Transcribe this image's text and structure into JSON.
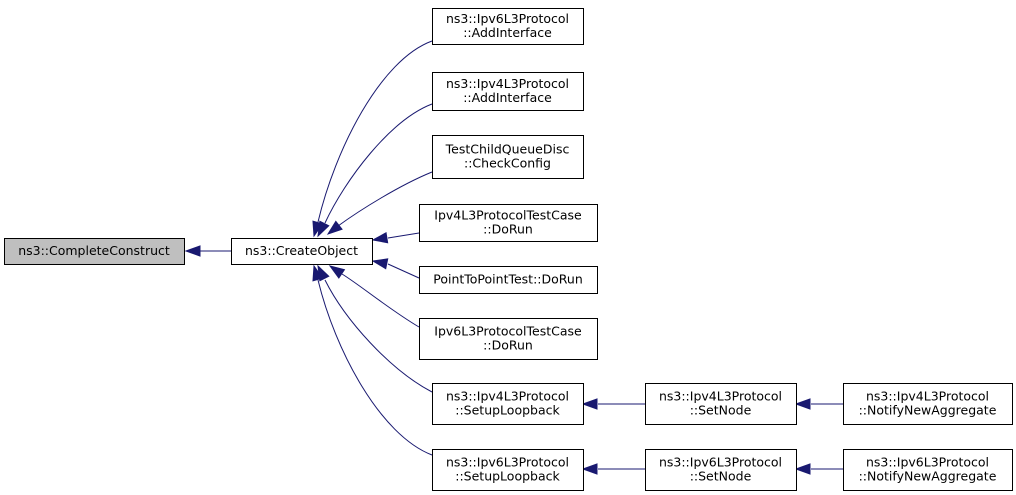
{
  "colors": {
    "edge": "#191970",
    "root_fill": "#bfbfbf",
    "node_fill": "#ffffff",
    "node_border": "#000000"
  },
  "nodes": [
    {
      "id": "complete_construct",
      "lines": [
        "ns3::CompleteConstruct"
      ],
      "root": true
    },
    {
      "id": "create_object",
      "lines": [
        "ns3::CreateObject"
      ]
    },
    {
      "id": "ipv6_addinterface",
      "lines": [
        "ns3::Ipv6L3Protocol",
        "::AddInterface"
      ]
    },
    {
      "id": "ipv4_addinterface",
      "lines": [
        "ns3::Ipv4L3Protocol",
        "::AddInterface"
      ]
    },
    {
      "id": "testchild_checkconfig",
      "lines": [
        "TestChildQueueDisc",
        "::CheckConfig"
      ]
    },
    {
      "id": "ipv4_testcase_dorun",
      "lines": [
        "Ipv4L3ProtocolTestCase",
        "::DoRun"
      ]
    },
    {
      "id": "p2p_dorun",
      "lines": [
        "PointToPointTest::DoRun"
      ]
    },
    {
      "id": "ipv6_testcase_dorun",
      "lines": [
        "Ipv6L3ProtocolTestCase",
        "::DoRun"
      ]
    },
    {
      "id": "ipv4_setuploopback",
      "lines": [
        "ns3::Ipv4L3Protocol",
        "::SetupLoopback"
      ]
    },
    {
      "id": "ipv6_setuploopback",
      "lines": [
        "ns3::Ipv6L3Protocol",
        "::SetupLoopback"
      ]
    },
    {
      "id": "ipv4_setnode",
      "lines": [
        "ns3::Ipv4L3Protocol",
        "::SetNode"
      ]
    },
    {
      "id": "ipv6_setnode",
      "lines": [
        "ns3::Ipv6L3Protocol",
        "::SetNode"
      ]
    },
    {
      "id": "ipv4_notify",
      "lines": [
        "ns3::Ipv4L3Protocol",
        "::NotifyNewAggregate"
      ]
    },
    {
      "id": "ipv6_notify",
      "lines": [
        "ns3::Ipv6L3Protocol",
        "::NotifyNewAggregate"
      ]
    }
  ],
  "edges": [
    {
      "from": "create_object",
      "to": "complete_construct"
    },
    {
      "from": "ipv6_addinterface",
      "to": "create_object"
    },
    {
      "from": "ipv4_addinterface",
      "to": "create_object"
    },
    {
      "from": "testchild_checkconfig",
      "to": "create_object"
    },
    {
      "from": "ipv4_testcase_dorun",
      "to": "create_object"
    },
    {
      "from": "p2p_dorun",
      "to": "create_object"
    },
    {
      "from": "ipv6_testcase_dorun",
      "to": "create_object"
    },
    {
      "from": "ipv4_setuploopback",
      "to": "create_object"
    },
    {
      "from": "ipv6_setuploopback",
      "to": "create_object"
    },
    {
      "from": "ipv4_setnode",
      "to": "ipv4_setuploopback"
    },
    {
      "from": "ipv6_setnode",
      "to": "ipv6_setuploopback"
    },
    {
      "from": "ipv4_notify",
      "to": "ipv4_setnode"
    },
    {
      "from": "ipv6_notify",
      "to": "ipv6_setnode"
    }
  ]
}
